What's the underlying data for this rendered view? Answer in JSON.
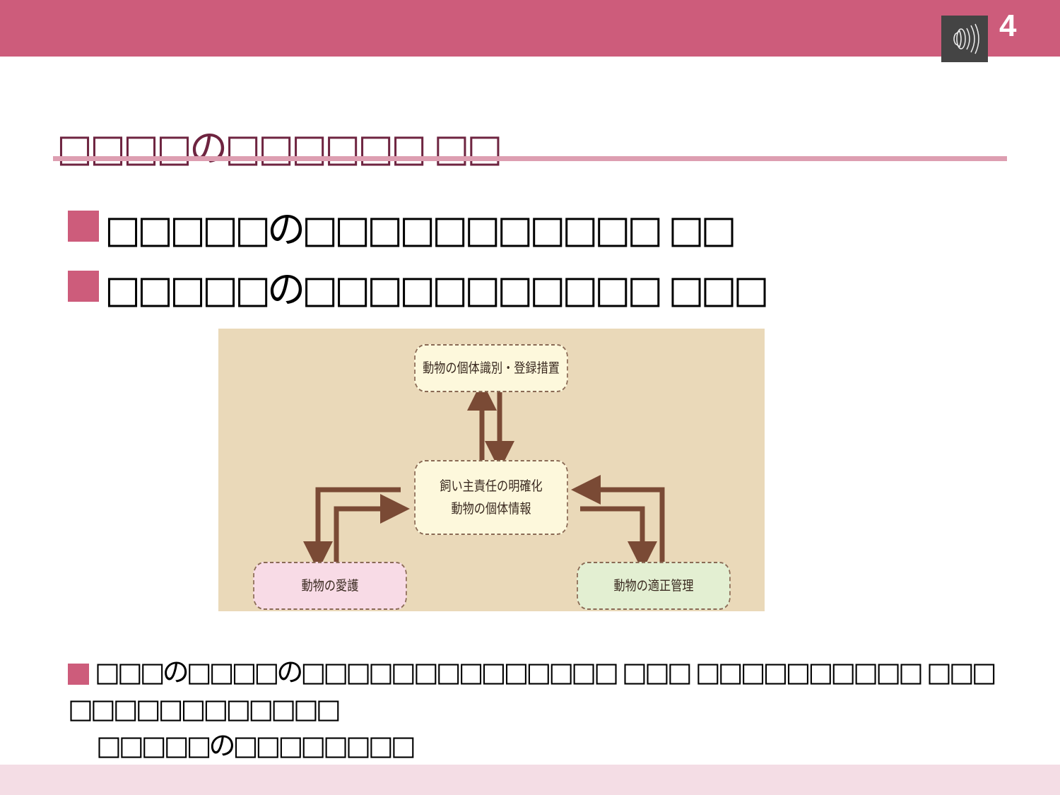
{
  "slide": {
    "page_number": "4",
    "title": "□□□□の□□□□□□ □□"
  },
  "bullets": [
    "□□□□□の□□□□□□□□□□□ □□",
    "□□□□□の□□□□□□□□□□□ □□□"
  ],
  "diagram": {
    "top": "動物の個体識別・登録措置",
    "center_line1": "飼い主責任の明確化",
    "center_line2": "動物の個体情報",
    "left": "動物の愛護",
    "right": "動物の適正管理",
    "colors": {
      "background": "#ead9b9",
      "arrow": "#7a4a35",
      "top": "#fdf8dc",
      "center": "#fdf8dc",
      "left": "#f8dbe6",
      "right": "#e3efd2"
    }
  },
  "note": {
    "line1": "□□□の□□□□の□□□□□□□□□□□□□□ □□□ □□□□□□□□□□ □□□ □□□□□□□□□□□□",
    "line2": "□□□□□の□□□□□□□□"
  }
}
